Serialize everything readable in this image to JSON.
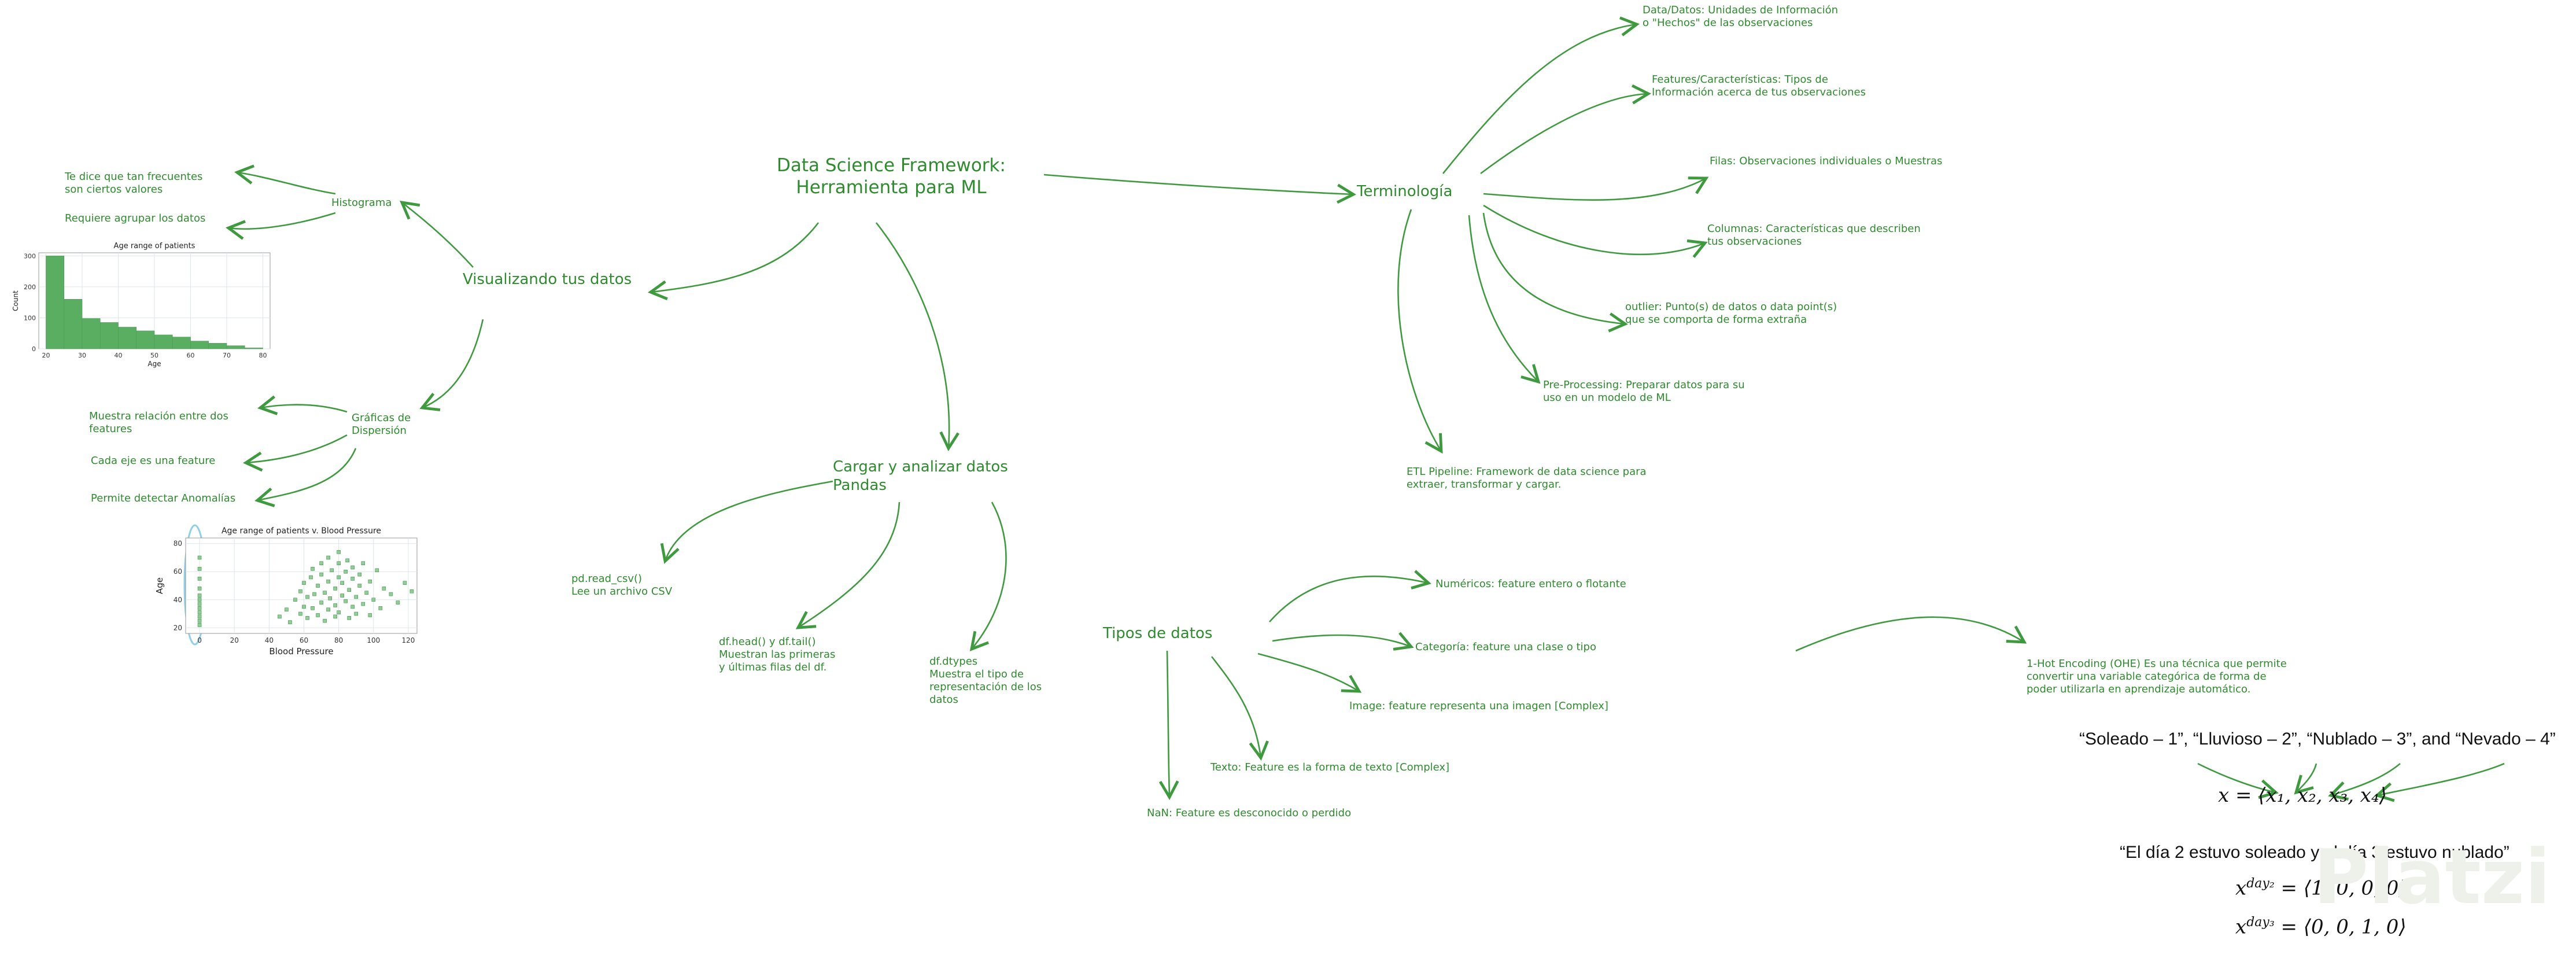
{
  "central": {
    "title": "Data Science Framework:\nHerramienta para ML"
  },
  "viz": {
    "title": "Visualizando tus datos",
    "histograma": "Histograma",
    "hist_leaf1": "Te dice que tan frecuentes\nson ciertos valores",
    "hist_leaf2": "Requiere agrupar los datos",
    "dispersion": "Gráficas de\nDispersión",
    "disp_leaf1": "Muestra relación entre dos\nfeatures",
    "disp_leaf2": "Cada eje es una feature",
    "disp_leaf3": "Permite detectar Anomalías"
  },
  "cargar": {
    "title": "Cargar y analizar datos\nPandas",
    "leaf1": "pd.read_csv()\nLee un archivo CSV",
    "leaf2": "df.head() y df.tail()\nMuestran las primeras\ny últimas filas del df.",
    "leaf3": "df.dtypes\nMuestra el tipo de\nrepresentación de los\ndatos"
  },
  "tipos": {
    "title": "Tipos de datos",
    "numericos": "Numéricos: feature entero o flotante",
    "categoria": "Categoría: feature una clase o tipo",
    "image": "Image: feature representa una imagen [Complex]",
    "texto": "Texto: Feature es la forma de texto [Complex]",
    "nan": "NaN: Feature es desconocido o perdido",
    "onehot": "1-Hot Encoding (OHE) Es una técnica que permite\nconvertir una variable categórica de forma de\npoder utilizarla en aprendizaje automático."
  },
  "terminologia": {
    "title": "Terminología",
    "data": "Data/Datos: Unidades de Información\no \"Hechos\" de las observaciones",
    "features": "Features/Características: Tipos de\nInformación acerca de tus observaciones",
    "filas": "Filas: Observaciones individuales o Muestras",
    "columnas": "Columnas: Características que describen\ntus observaciones",
    "outlier": "outlier: Punto(s) de datos o data point(s)\nque se comporta de forma extraña",
    "preproc": "Pre-Processing: Preparar datos para su\nuso en un modelo de ML",
    "etl": "ETL Pipeline: Framework de data science para\nextraer, transformar y cargar."
  },
  "ohe_example": {
    "categories_line": "“Soleado – 1”, “Lluvioso – 2”, “Nublado – 3”, and “Nevado – 4”",
    "vector": "x = ⟨x₁, x₂, x₃, x₄⟩",
    "sentence": "“El día 2 estuvo soleado y el día 3 estuvo nublado”",
    "day2_base": "x",
    "day2_sup": "day₂",
    "day2_value": "= ⟨1, 0, 0, 0⟩",
    "day3_base": "x",
    "day3_sup": "day₃",
    "day3_value": "= ⟨0, 0, 1, 0⟩"
  },
  "watermark": "Platzi",
  "colors": {
    "node_text": "#2e8b2e",
    "connector": "#3f9a3f",
    "bar": "#5aae62",
    "highlight": "#8fd0e8"
  },
  "chart_data": [
    {
      "type": "bar",
      "title": "Age range of patients",
      "xlabel": "Age",
      "ylabel": "Count",
      "x_ticks": [
        "20",
        "30",
        "40",
        "50",
        "60",
        "70",
        "80"
      ],
      "y_ticks": [
        "0",
        "100",
        "200",
        "300"
      ],
      "bin_edges": [
        20,
        25,
        30,
        35,
        40,
        45,
        50,
        55,
        60,
        65,
        70,
        75,
        80
      ],
      "values": [
        300,
        160,
        98,
        85,
        70,
        58,
        45,
        38,
        25,
        18,
        10,
        3
      ],
      "xlim": [
        18,
        82
      ],
      "ylim": [
        0,
        310
      ],
      "grid": true
    },
    {
      "type": "scatter",
      "title": "Age range of patients v. Blood Pressure",
      "xlabel": "Blood Pressure",
      "ylabel": "Age",
      "x_ticks": [
        "0",
        "20",
        "40",
        "60",
        "80",
        "100",
        "120"
      ],
      "y_ticks": [
        "20",
        "40",
        "60",
        "80"
      ],
      "xlim": [
        -8,
        125
      ],
      "ylim": [
        16,
        84
      ],
      "grid": true,
      "points": [
        [
          0,
          22
        ],
        [
          0,
          25
        ],
        [
          0,
          28
        ],
        [
          0,
          31
        ],
        [
          0,
          34
        ],
        [
          0,
          37
        ],
        [
          0,
          40
        ],
        [
          0,
          43
        ],
        [
          0,
          48
        ],
        [
          0,
          55
        ],
        [
          0,
          62
        ],
        [
          0,
          70
        ],
        [
          46,
          28
        ],
        [
          50,
          33
        ],
        [
          52,
          24
        ],
        [
          55,
          40
        ],
        [
          58,
          30
        ],
        [
          58,
          46
        ],
        [
          60,
          35
        ],
        [
          60,
          52
        ],
        [
          62,
          27
        ],
        [
          62,
          42
        ],
        [
          64,
          56
        ],
        [
          65,
          34
        ],
        [
          65,
          62
        ],
        [
          66,
          44
        ],
        [
          68,
          29
        ],
        [
          68,
          50
        ],
        [
          70,
          38
        ],
        [
          70,
          58
        ],
        [
          70,
          66
        ],
        [
          72,
          25
        ],
        [
          72,
          45
        ],
        [
          74,
          33
        ],
        [
          74,
          53
        ],
        [
          74,
          70
        ],
        [
          75,
          41
        ],
        [
          76,
          61
        ],
        [
          78,
          28
        ],
        [
          78,
          48
        ],
        [
          78,
          36
        ],
        [
          80,
          56
        ],
        [
          80,
          66
        ],
        [
          80,
          74
        ],
        [
          80,
          31
        ],
        [
          82,
          43
        ],
        [
          82,
          52
        ],
        [
          84,
          39
        ],
        [
          84,
          60
        ],
        [
          85,
          68
        ],
        [
          86,
          27
        ],
        [
          86,
          47
        ],
        [
          88,
          35
        ],
        [
          88,
          55
        ],
        [
          88,
          63
        ],
        [
          90,
          42
        ],
        [
          90,
          30
        ],
        [
          92,
          50
        ],
        [
          92,
          58
        ],
        [
          94,
          37
        ],
        [
          94,
          66
        ],
        [
          96,
          45
        ],
        [
          98,
          29
        ],
        [
          98,
          53
        ],
        [
          100,
          40
        ],
        [
          102,
          61
        ],
        [
          104,
          34
        ],
        [
          106,
          48
        ],
        [
          110,
          44
        ],
        [
          114,
          38
        ],
        [
          118,
          52
        ],
        [
          122,
          46
        ]
      ]
    }
  ]
}
